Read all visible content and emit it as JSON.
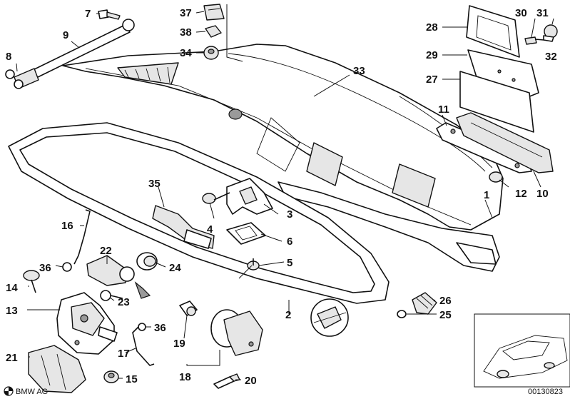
{
  "diagram": {
    "title": "Trunk lid parts diagram",
    "brand": "BMW AG",
    "drawing_number": "00130823",
    "callouts": [
      "1",
      "2",
      "3",
      "4",
      "5",
      "6",
      "7",
      "8",
      "9",
      "10",
      "11",
      "12",
      "13",
      "14",
      "15",
      "16",
      "17",
      "18",
      "19",
      "20",
      "21",
      "22",
      "23",
      "24",
      "25",
      "26",
      "27",
      "28",
      "29",
      "30",
      "31",
      "32",
      "33",
      "34",
      "35",
      "36",
      "36",
      "37",
      "38"
    ]
  }
}
